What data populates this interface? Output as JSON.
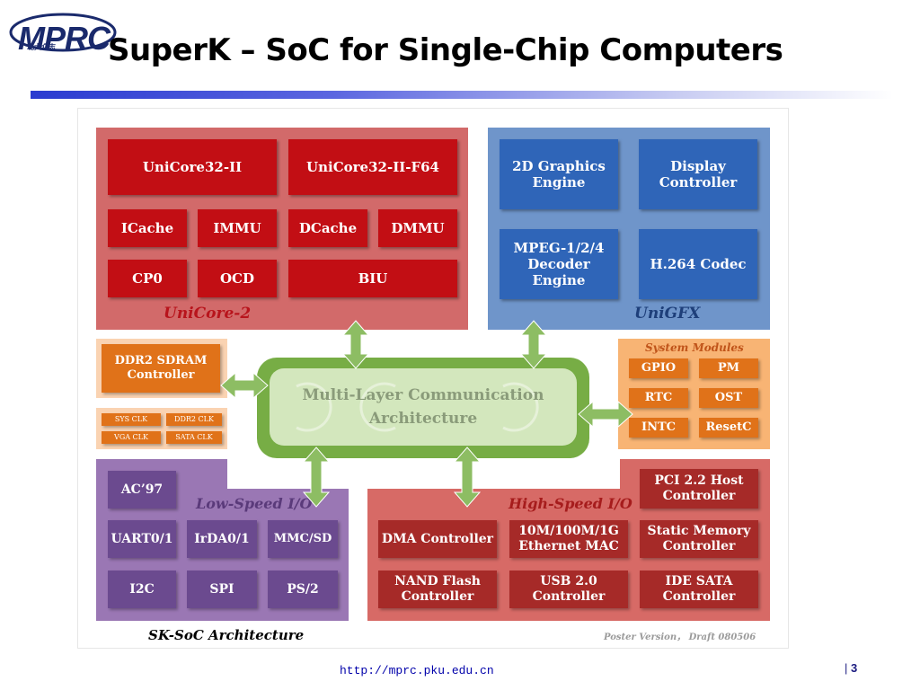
{
  "header": {
    "logo_text": "MPRC",
    "logo_sub": "北大众志",
    "title": "SuperK – SoC for Single-Chip Computers"
  },
  "unicore": {
    "label": "UniCore-2",
    "core1": "UniCore32-II",
    "core2": "UniCore32-II-F64",
    "icache": "ICache",
    "immu": "IMMU",
    "dcache": "DCache",
    "dmmu": "DMMU",
    "cp0": "CP0",
    "ocd": "OCD",
    "biu": "BIU"
  },
  "unigfx": {
    "label": "UniGFX",
    "gfx2d": "2D Graphics Engine",
    "display": "Display Controller",
    "mpeg": "MPEG-1/2/4 Decoder Engine",
    "h264": "H.264 Codec"
  },
  "ddr2": {
    "controller": "DDR2 SDRAM Controller"
  },
  "clocks": {
    "sys": "SYS CLK",
    "ddr2": "DDR2 CLK",
    "vga": "VGA CLK",
    "sata": "SATA CLK"
  },
  "system_modules": {
    "label": "System Modules",
    "gpio": "GPIO",
    "pm": "PM",
    "rtc": "RTC",
    "ost": "OST",
    "intc": "INTC",
    "resetc": "ResetC"
  },
  "bus": {
    "line1": "Multi-Layer Communication",
    "line2": "Architecture"
  },
  "low_speed": {
    "label": "Low-Speed I/O",
    "ac97": "AC’97",
    "uart": "UART0/1",
    "irda": "IrDA0/1",
    "mmc": "MMC/SD",
    "i2c": "I2C",
    "spi": "SPI",
    "ps2": "PS/2"
  },
  "high_speed": {
    "label": "High-Speed I/O",
    "pci": "PCI 2.2 Host Controller",
    "dma": "DMA Controller",
    "ethernet": "10M/100M/1G Ethernet MAC",
    "static_mem": "Static Memory Controller",
    "nand": "NAND Flash Controller",
    "usb": "USB 2.0 Controller",
    "ide": "IDE SATA Controller"
  },
  "footer": {
    "caption": "SK-SoC Architecture",
    "draft": "Poster Version，  Draft 080506",
    "url": "http://mprc.pku.edu.cn",
    "page_sep": "|",
    "page_number": "3"
  },
  "colors": {
    "unicore_bg": "#d26a6a",
    "unicore_box": "#c20e14",
    "unigfx_bg": "#6f95ca",
    "unigfx_box": "#2f65b8",
    "orange_box": "#e07219",
    "sys_bg": "#f8b474",
    "low_bg": "#9a77b4",
    "low_box": "#6b4a8f",
    "high_bg": "#d76a66",
    "high_box": "#a62a28",
    "bus_outer": "#77ad45",
    "bus_inner": "#d3e7bd",
    "arrow": "#8dbd63"
  }
}
